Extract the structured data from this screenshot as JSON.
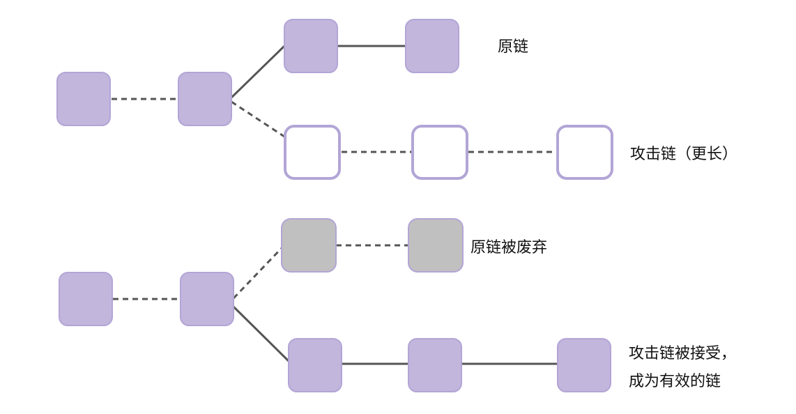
{
  "colors": {
    "block_fill": "#c2b6dc",
    "block_stroke": "#b3a5d6",
    "discarded_fill": "#c0c0c0",
    "line": "#555555"
  },
  "top": {
    "original_chain_label": "原链",
    "attack_chain_label": "攻击链（更长）"
  },
  "bottom": {
    "discarded_label": "原链被废弃",
    "accepted_label_line1": "攻击链被接受，",
    "accepted_label_line2": "成为有效的链"
  }
}
